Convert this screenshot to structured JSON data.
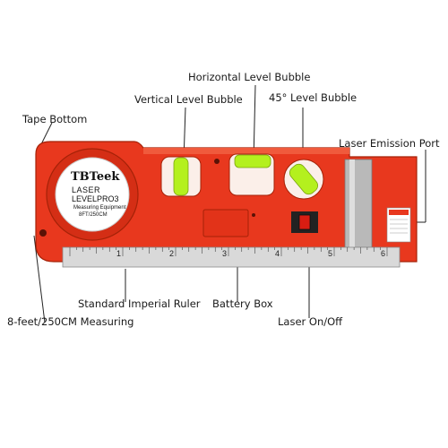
{
  "labels": {
    "horizontal_bubble": "Horizontal Level Bubble",
    "vertical_bubble": "Vertical Level Bubble",
    "angle_bubble": "45° Level Bubble",
    "tape_bottom": "Tape Bottom",
    "laser_port": "Laser Emission Port",
    "imperial_ruler": "Standard Imperial Ruler",
    "battery_box": "Battery Box",
    "measuring": "8-feet/250CM Measuring",
    "laser_switch": "Laser On/Off"
  },
  "device": {
    "brand": "TBTeek",
    "model_line1": "LASER",
    "model_line2": "LEVELPRO3",
    "sub1": "Measuring Equipment",
    "sub2": "8FT/250CM"
  },
  "ruler": {
    "inch_labels": [
      "1",
      "2",
      "3",
      "4",
      "5",
      "6"
    ]
  },
  "colors": {
    "body": "#e8381e",
    "body_dark": "#b8260f",
    "bubble": "#b4f01e",
    "ruler": "#d9d9d9"
  }
}
